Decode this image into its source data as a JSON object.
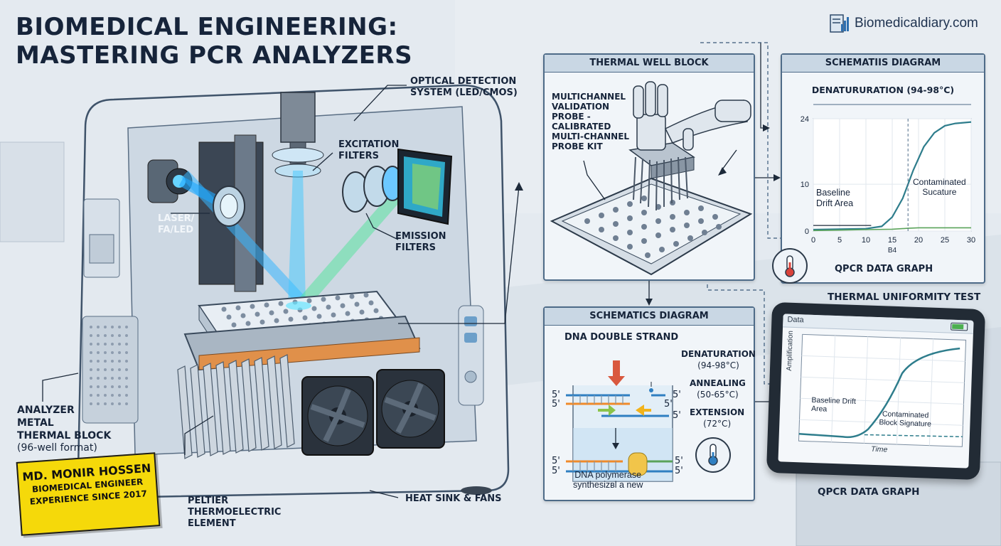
{
  "header": {
    "title_line1": "BIOMEDICAL ENGINEERING:",
    "title_line2": "MASTERING PCR ANALYZERS",
    "brand": "Biomedicaldiary.com"
  },
  "analyzer_labels": {
    "optical_line1": "OPTICAL DETECTION",
    "optical_line2": "SYSTEM (LED/CMOS)",
    "excitation_line1": "EXCITATION",
    "excitation_line2": "FILTERS",
    "emission_line1": "EMISSION",
    "emission_line2": "FILTERS",
    "laser_line1": "LASER/",
    "laser_line2": "FA/LED",
    "thermal_line1": "ANALYZER",
    "thermal_line2": "METAL",
    "thermal_line3": "THERMAL BLOCK",
    "thermal_line4": "(96-well format)",
    "peltier_line1": "PELTIER",
    "peltier_line2": "THERMOELECTRIC",
    "peltier_line3": "ELEMENT",
    "heatsink": "HEAT SINK & FANS"
  },
  "badge": {
    "name": "MD. MONIR HOSSEN",
    "line2": "BIOMEDICAL ENGINEER",
    "line3": "EXPERIENCE SINCE 2017"
  },
  "thermal_panel": {
    "title": "THERMAL WELL BLOCK",
    "probe_line1": "MULTICHANNEL",
    "probe_line2": "VALIDATION",
    "probe_line3": "PROBE -",
    "probe_line4": "CALIBRATED",
    "probe_line5": "MULTI-CHANNEL",
    "probe_line6": "PROBE KIT"
  },
  "graph_panel": {
    "title": "SCHEMATIIS DIAGRAM",
    "denat": "DENATURURATION (94-98°C)",
    "baseline_line1": "Baseline",
    "baseline_line2": "Drift Area",
    "contam_line1": "Contaminated",
    "contam_line2": "Sucature",
    "x_mid_label": "В4",
    "caption": "qPCR DATA GRAPH"
  },
  "thermal_uniformity": "THERMAL UNIFORMITY TEST",
  "dna_panel": {
    "title": "SCHEMATICS DIAGRAM",
    "strand": "DNA DOUBLE STRAND",
    "denat_line1": "DENATURATION",
    "denat_line2": "(94-98°C)",
    "anneal_line1": "ANNEALING",
    "anneal_line2": "(50-65°C)",
    "ext_line1": "EXTENSION",
    "ext_line2": "(72°C)",
    "poly_line1": "DNA polymerase",
    "poly_line2": "synthesizвl a new",
    "five_prime": "5'"
  },
  "tablet": {
    "header": "Data",
    "ylabel": "Amplification",
    "xlabel": "Time",
    "baseline_line1": "Baseline Drift",
    "baseline_line2": "Area",
    "contam_line1": "Contaminated",
    "contam_line2": "Block Signature",
    "caption": "qPCR DATA GRAPH"
  },
  "chart_data": {
    "type": "line",
    "title": "DENATURURATION (94-98°C)",
    "xlabel": "В4",
    "ylabel": "",
    "x_ticks": [
      0,
      5,
      10,
      15,
      20,
      25,
      30
    ],
    "y_ticks": [
      0,
      10,
      24
    ],
    "xlim": [
      0,
      30
    ],
    "ylim": [
      0,
      24
    ],
    "series": [
      {
        "x": [
          0,
          5,
          10,
          13,
          15,
          17,
          19,
          21,
          23,
          25,
          27,
          30
        ],
        "y": [
          0.3,
          0.4,
          0.5,
          1,
          3,
          7,
          13,
          18,
          21,
          22.5,
          23,
          23.3
        ]
      },
      {
        "x": [
          0,
          5,
          10,
          15,
          18,
          20,
          25,
          30
        ],
        "y": [
          0.1,
          0.2,
          0.3,
          0.4,
          0.6,
          0.7,
          0.7,
          0.7
        ]
      }
    ],
    "grid": true,
    "colors": [
      "#2e7d8c",
      "#5aa35a"
    ]
  },
  "colors": {
    "accent": "#4e6b88",
    "beam": "#2ec0ff",
    "badge": "#f5d90a",
    "curve": "#2e7d8c"
  }
}
